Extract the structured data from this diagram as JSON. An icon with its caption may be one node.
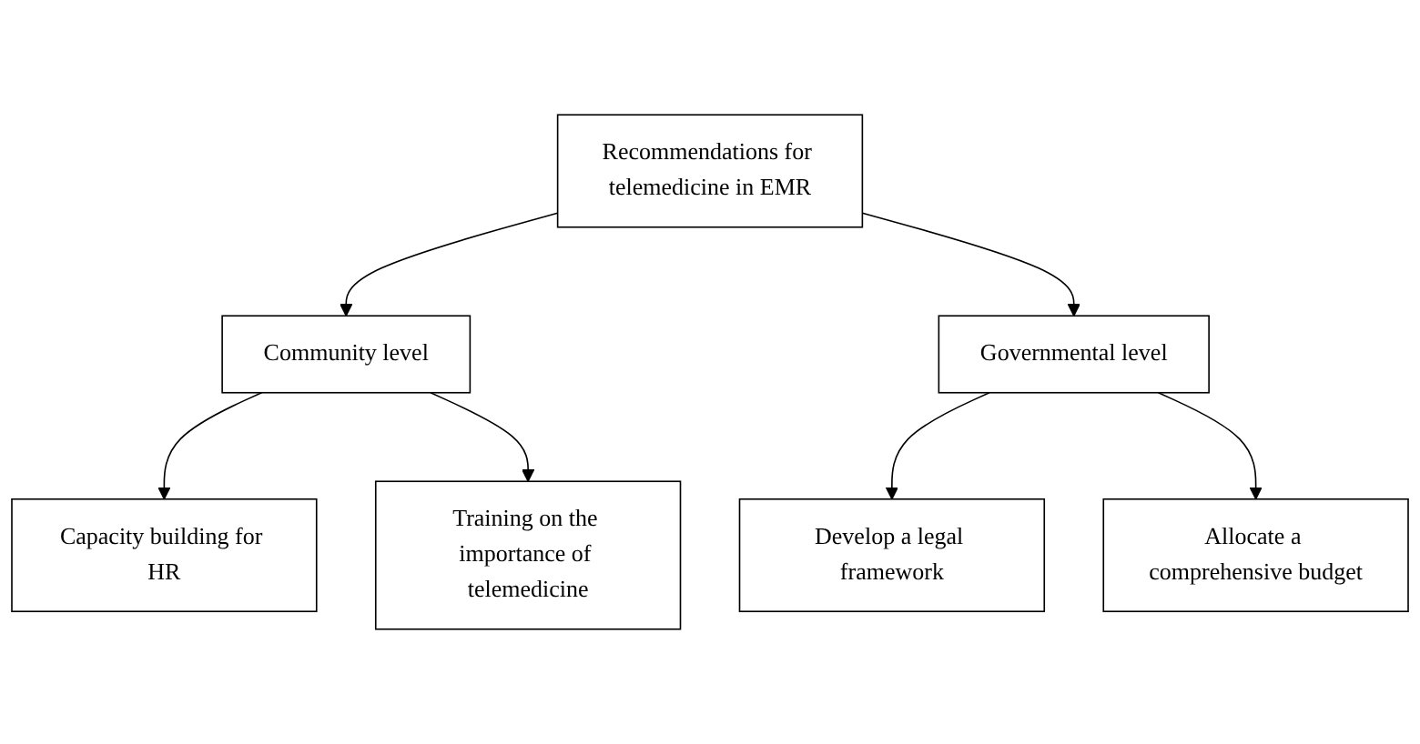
{
  "diagram": {
    "nodes": [
      {
        "text": [
          "Recommendations for telemedicine in EMR"
        ]
      },
      {
        "text": [
          "Community level"
        ]
      },
      {
        "text": [
          "Governmental level"
        ]
      },
      {
        "text": [
          "Capacity building for HR"
        ]
      },
      {
        "text": [
          "Training on the importance of telemedicine"
        ]
      },
      {
        "text": [
          "Develop a legal framework"
        ]
      },
      {
        "text": [
          "Allocate a comprehensive budget"
        ]
      }
    ],
    "edges": [
      {
        "from": 0,
        "to": 1,
        "arrow": "to"
      },
      {
        "from": 0,
        "to": 2,
        "arrow": "to"
      },
      {
        "from": 1,
        "to": 3,
        "arrow": "to"
      },
      {
        "from": 1,
        "to": 4,
        "arrow": "to"
      },
      {
        "from": 2,
        "to": 5,
        "arrow": "to"
      },
      {
        "from": 2,
        "to": 6,
        "arrow": "to"
      }
    ]
  }
}
